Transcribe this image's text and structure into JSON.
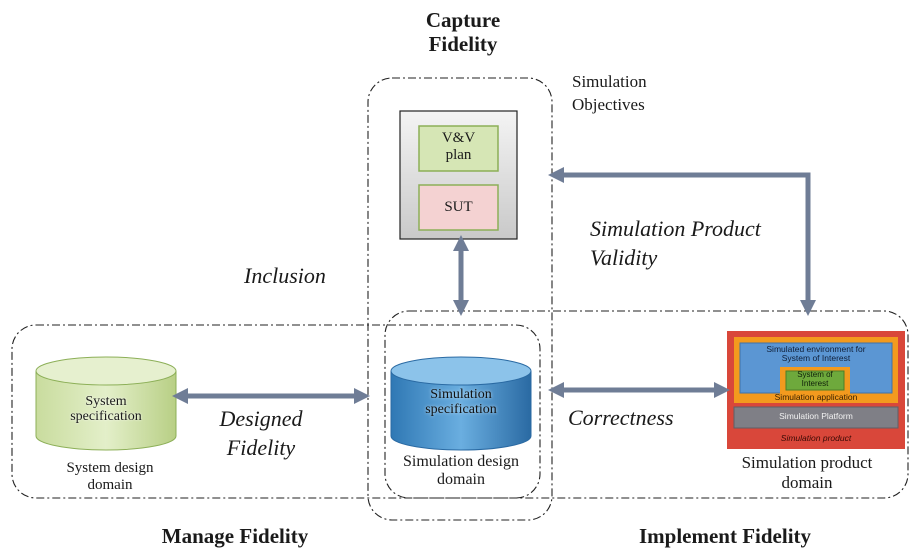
{
  "titles": {
    "capture": [
      "Capture",
      "Fidelity"
    ],
    "manage": "Manage Fidelity",
    "implement": "Implement Fidelity"
  },
  "objectives": [
    "Simulation",
    "Objectives"
  ],
  "vv_plan": [
    "V&V",
    "plan"
  ],
  "sut": "SUT",
  "relations": {
    "inclusion": "Inclusion",
    "validity": [
      "Simulation Product",
      "Validity"
    ],
    "designed": [
      "Designed",
      "Fidelity"
    ],
    "correctness": "Correctness"
  },
  "system_spec": {
    "cylinder": [
      "System",
      "specification"
    ],
    "caption": [
      "System design",
      "domain"
    ]
  },
  "sim_spec": {
    "cylinder": [
      "Simulation",
      "specification"
    ],
    "caption": [
      "Simulation design",
      "domain"
    ]
  },
  "product": {
    "env": [
      "Simulated environment for",
      "System of Interest"
    ],
    "soi": [
      "System of",
      "Interest"
    ],
    "application": "Simulation application",
    "platform": "Simulation Platform",
    "product_label": "Simulation product",
    "caption": [
      "Simulation product",
      "domain"
    ]
  },
  "colors": {
    "arrow": "#6f7d96",
    "green_fill": "#d6e6b5",
    "green_border": "#8caf57",
    "pink_fill": "#f4d2d2",
    "blue_cyl": "#4a91c9",
    "product_red": "#d9473a",
    "product_orange": "#f39a1e",
    "product_blue": "#5b96d3"
  }
}
